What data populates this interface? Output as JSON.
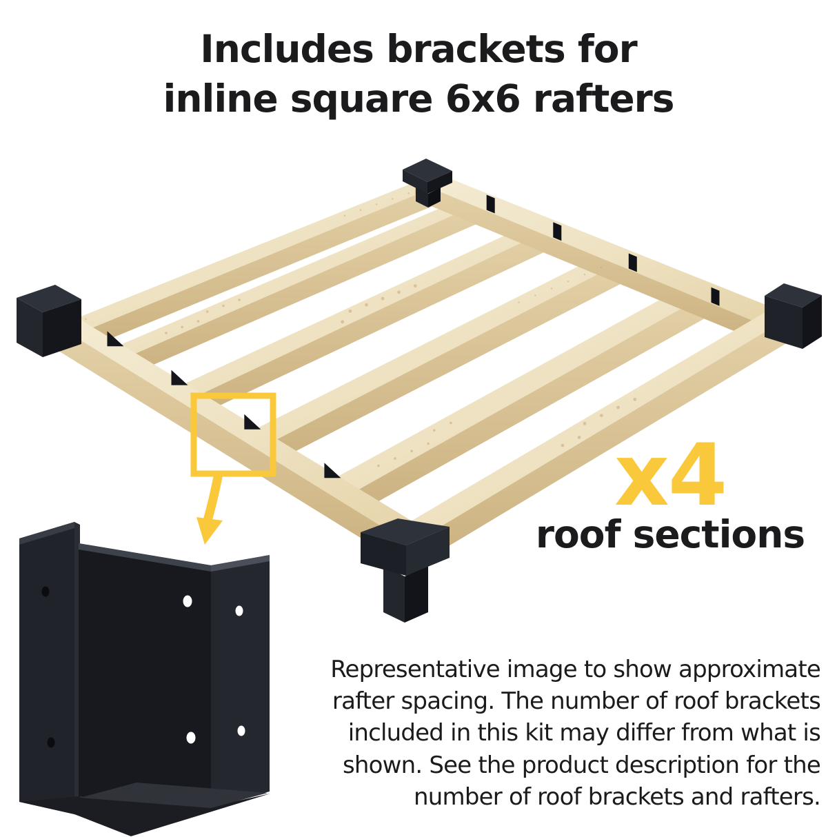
{
  "title": {
    "line1": "Includes brackets for",
    "line2": "inline square 6x6 rafters"
  },
  "quantity_callout": {
    "multiplier": "x4",
    "label": "roof sections"
  },
  "disclaimer": {
    "lines": [
      "Representative image to show approximate",
      "rafter spacing. The number of roof brackets",
      "included in this kit may differ from what is",
      "shown. See the product description for the",
      "number of roof brackets and rafters."
    ]
  },
  "illustration": {
    "rafter_count": 4,
    "corner_bracket_count": 4,
    "rafter_junction_bracket_count": 8,
    "highlight": "callout square pointing to close-up of inline rafter bracket",
    "colors": {
      "accent_yellow": "#F9C93B",
      "wood_top_light": "#F4EBD3",
      "wood_top_mid": "#EEE2C2",
      "wood_top_dark": "#E6D5AB",
      "wood_side_light": "#E4D1A8",
      "wood_side_dark": "#CBB180",
      "wood_speck": "#C49A66",
      "bracket_black": "#17191E",
      "bracket_highlight": "#2E333B",
      "text_dark": "#1B1B1D",
      "background": "#FFFFFF"
    }
  }
}
